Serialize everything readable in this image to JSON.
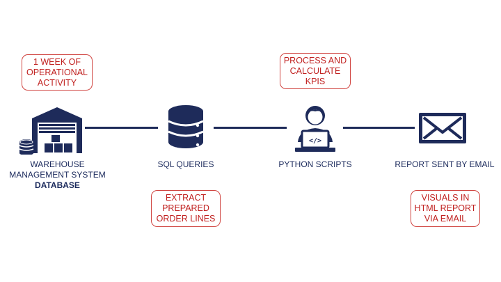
{
  "colors": {
    "navy": "#1e2b5a",
    "callout_border": "#d0433f",
    "callout_text": "#c0201f"
  },
  "nodes": [
    {
      "id": "wms",
      "icon": "warehouse-database-icon",
      "label_lines": [
        "WAREHOUSE",
        "MANAGEMENT SYSTEM"
      ],
      "label_bold": "DATABASE"
    },
    {
      "id": "sql",
      "icon": "database-icon",
      "label_lines": [
        "SQL QUERIES"
      ]
    },
    {
      "id": "python",
      "icon": "developer-laptop-icon",
      "label_lines": [
        "PYTHON SCRIPTS"
      ]
    },
    {
      "id": "email",
      "icon": "envelope-icon",
      "label_lines": [
        "REPORT SENT BY EMAIL"
      ]
    }
  ],
  "callouts": [
    {
      "id": "week",
      "lines": [
        "1 WEEK OF",
        "OPERATIONAL",
        "ACTIVITY"
      ]
    },
    {
      "id": "extract",
      "lines": [
        "EXTRACT",
        "PREPARED",
        "ORDER LINES"
      ]
    },
    {
      "id": "process",
      "lines": [
        "PROCESS AND",
        "CALCULATE",
        "KPIS"
      ]
    },
    {
      "id": "visuals",
      "lines": [
        "VISUALS IN",
        "HTML REPORT",
        "VIA EMAIL"
      ]
    }
  ]
}
